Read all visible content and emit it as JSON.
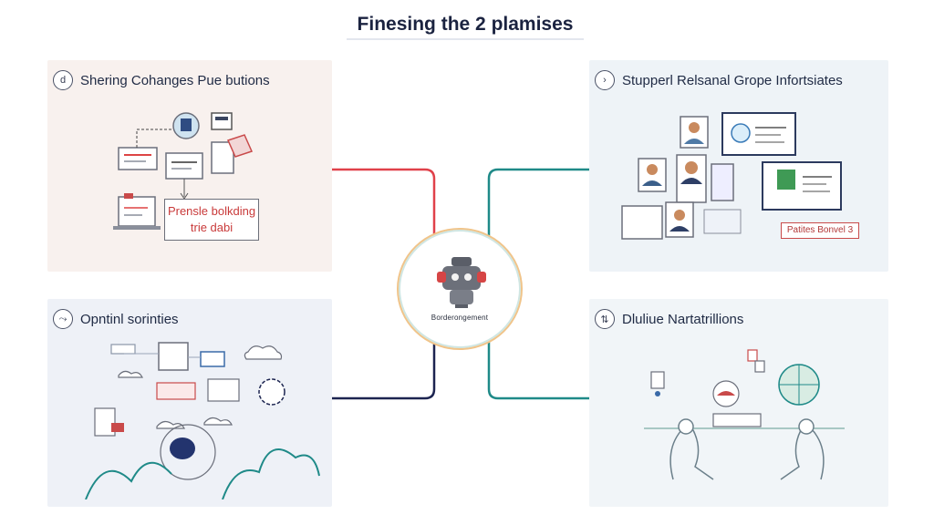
{
  "title": "Finesing the 2 plamises",
  "hub": {
    "label": "Borderongement"
  },
  "panels": [
    {
      "title": "Shering Cohanges Pue butions",
      "callout": "Prensle bolkding trie dabi"
    },
    {
      "title": "Stupperl Relsanal Grope Infortsiates",
      "tag": "Patites Bonvel 3"
    },
    {
      "title": "Opntinl sorinties"
    },
    {
      "title": "Dluliue Nartatrillions"
    }
  ],
  "colors": {
    "red_connector": "#e0414a",
    "teal_connector": "#1f8a88",
    "navy_connector": "#1c2450",
    "hub_ring": "#f0c48a"
  }
}
